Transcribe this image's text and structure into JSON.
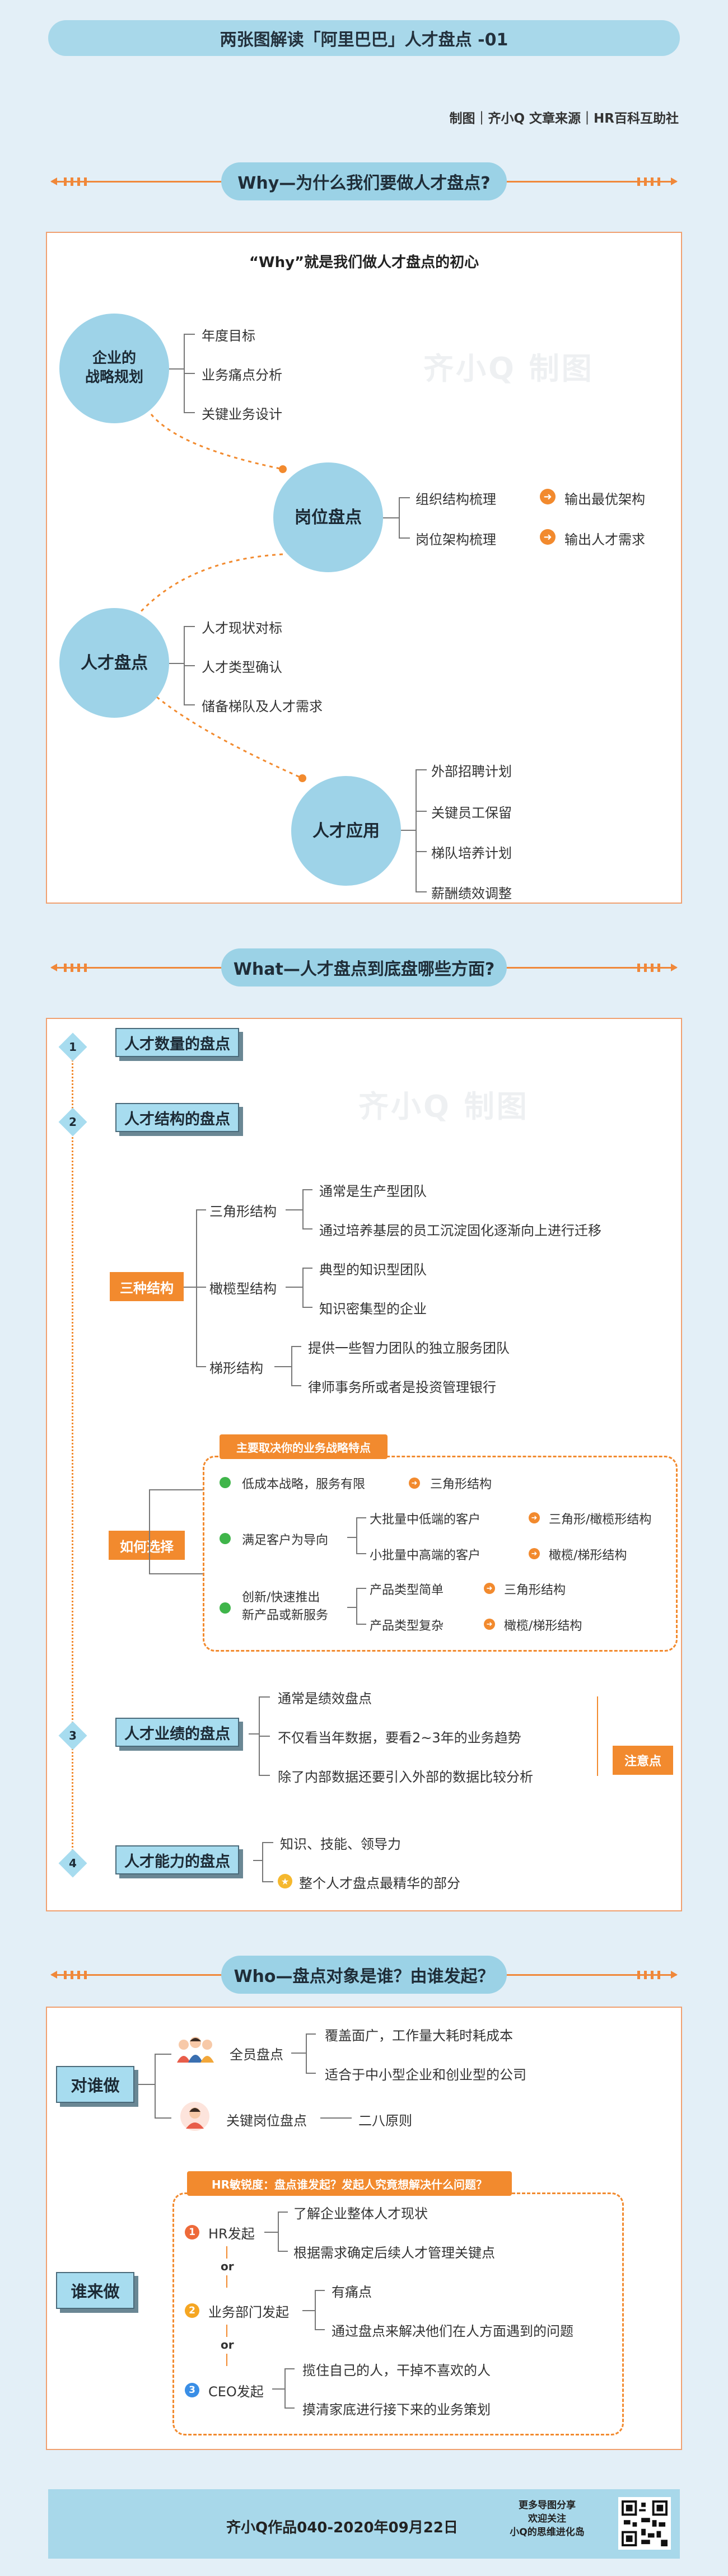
{
  "header": {
    "title": "两张图解读「阿里巴巴」人才盘点 -01",
    "credits": "制图｜齐小Q  文章来源｜HR百科互助社"
  },
  "watermark": "齐小Q 制图",
  "why": {
    "banner": "Why—为什么我们要做人才盘点?",
    "subtitle": "“Why”就是我们做人才盘点的初心",
    "strategy": {
      "label": "企业的\n战略规划",
      "items": [
        "年度目标",
        "业务痛点分析",
        "关键业务设计"
      ]
    },
    "position": {
      "label": "岗位盘点",
      "items": [
        "组织结构梳理",
        "岗位架构梳理"
      ],
      "outputs": [
        "输出最优架构",
        "输出人才需求"
      ]
    },
    "talent": {
      "label": "人才盘点",
      "items": [
        "人才现状对标",
        "人才类型确认",
        "储备梯队及人才需求"
      ]
    },
    "apply": {
      "label": "人才应用",
      "items": [
        "外部招聘计划",
        "关键员工保留",
        "梯队培养计划",
        "薪酬绩效调整"
      ]
    }
  },
  "what": {
    "banner": "What—人才盘点到底盘哪些方面?",
    "items": [
      {
        "num": "1",
        "title": "人才数量的盘点"
      },
      {
        "num": "2",
        "title": "人才结构的盘点"
      },
      {
        "num": "3",
        "title": "人才业绩的盘点"
      },
      {
        "num": "4",
        "title": "人才能力的盘点"
      }
    ],
    "structures_tag": "三种结构",
    "structures": [
      {
        "name": "三角形结构",
        "details": [
          "通常是生产型团队",
          "通过培养基层的员工沉淀固化逐渐向上进行迁移"
        ]
      },
      {
        "name": "橄榄型结构",
        "details": [
          "典型的知识型团队",
          "知识密集型的企业"
        ]
      },
      {
        "name": "梯形结构",
        "details": [
          "提供一些智力团队的独立服务团队",
          "律师事务所或者是投资管理银行"
        ]
      }
    ],
    "choose_tag": "如何选择",
    "choose_header": "主要取决你的业务战略特点",
    "choose_rows": [
      {
        "condition": "低成本战略，服务有限",
        "result": "三角形结构"
      },
      {
        "condition": "满足客户为导向",
        "subs": [
          {
            "text": "大批量中低端的客户",
            "result": "三角形/橄榄形结构"
          },
          {
            "text": "小批量中高端的客户",
            "result": "橄榄/梯形结构"
          }
        ]
      },
      {
        "condition": "创新/快速推出\n新产品或新服务",
        "subs": [
          {
            "text": "产品类型简单",
            "result": "三角形结构"
          },
          {
            "text": "产品类型复杂",
            "result": "橄榄/梯形结构"
          }
        ]
      }
    ],
    "performance": [
      "通常是绩效盘点",
      "不仅看当年数据，要看2~3年的业务趋势",
      "除了内部数据还要引入外部的数据比较分析"
    ],
    "performance_tag": "注意点",
    "ability": [
      "知识、技能、领导力",
      "整个人才盘点最精华的部分"
    ]
  },
  "who": {
    "banner": "Who—盘点对象是谁？由谁发起？",
    "target_tag": "对谁做",
    "full": {
      "label": "全员盘点",
      "details": [
        "覆盖面广，工作量大耗时耗成本",
        "适合于中小型企业和创业型的公司"
      ]
    },
    "key": {
      "label": "关键岗位盘点",
      "detail": "二八原则"
    },
    "who_tag": "谁来做",
    "who_header": "HR敏锐度：盘点谁发起？发起人究竟想解决什么问题？",
    "or": "or",
    "initiators": [
      {
        "num": "1",
        "label": "HR发起",
        "color": "#ee6a3a",
        "details": [
          "了解企业整体人才现状",
          "根据需求确定后续人才管理关键点"
        ]
      },
      {
        "num": "2",
        "label": "业务部门发起",
        "color": "#f5a623",
        "details": [
          "有痛点",
          "通过盘点来解决他们在人方面遇到的问题"
        ]
      },
      {
        "num": "3",
        "label": "CEO发起",
        "color": "#3a8ee6",
        "details": [
          "揽住自己的人，干掉不喜欢的人",
          "摸清家底进行接下来的业务策划"
        ]
      }
    ]
  },
  "footer": {
    "text": "齐小Q作品040-2020年09月22日",
    "share": [
      "更多导图分享",
      "欢迎关注",
      "小Q的思维进化岛"
    ]
  }
}
